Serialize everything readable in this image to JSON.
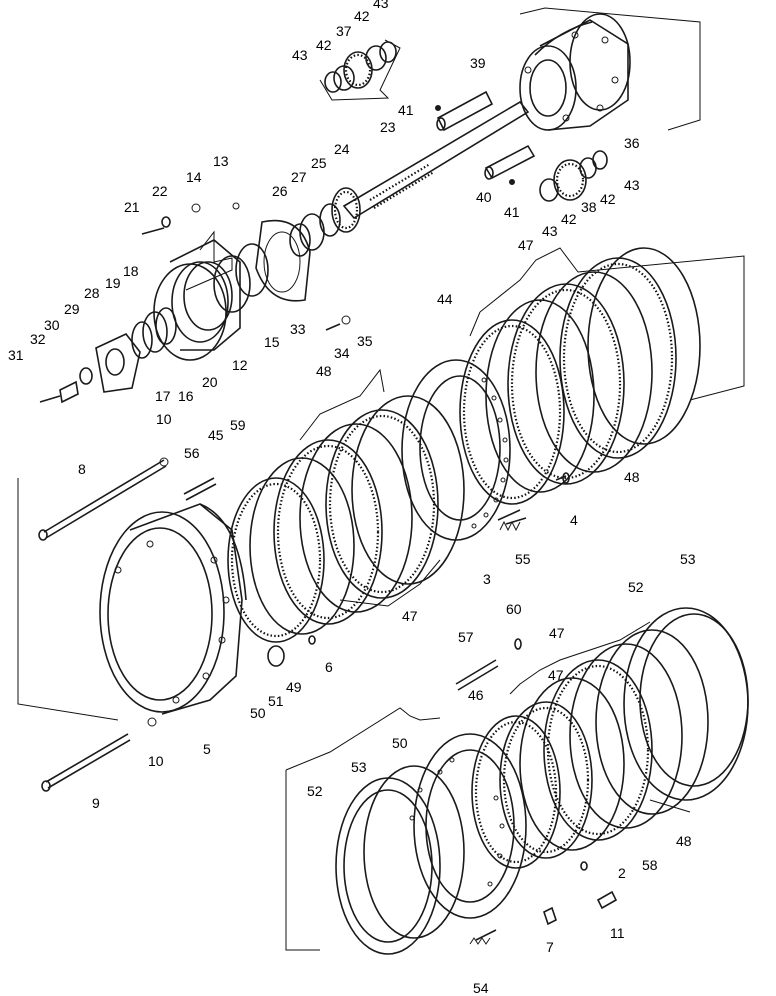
{
  "diagram": {
    "type": "exploded-parts-diagram",
    "callouts": [
      "2",
      "3",
      "4",
      "5",
      "6",
      "7",
      "8",
      "9",
      "10",
      "10",
      "11",
      "12",
      "13",
      "14",
      "15",
      "16",
      "17",
      "18",
      "19",
      "20",
      "21",
      "22",
      "23",
      "24",
      "25",
      "26",
      "27",
      "28",
      "29",
      "30",
      "31",
      "32",
      "33",
      "34",
      "35",
      "36",
      "37",
      "38",
      "39",
      "40",
      "41",
      "41",
      "42",
      "42",
      "42",
      "42",
      "43",
      "43",
      "43",
      "43",
      "44",
      "45",
      "46",
      "47",
      "47",
      "47",
      "47",
      "48",
      "48",
      "48",
      "49",
      "50",
      "50",
      "51",
      "52",
      "52",
      "53",
      "53",
      "54",
      "55",
      "56",
      "57",
      "58",
      "59",
      "60"
    ]
  }
}
